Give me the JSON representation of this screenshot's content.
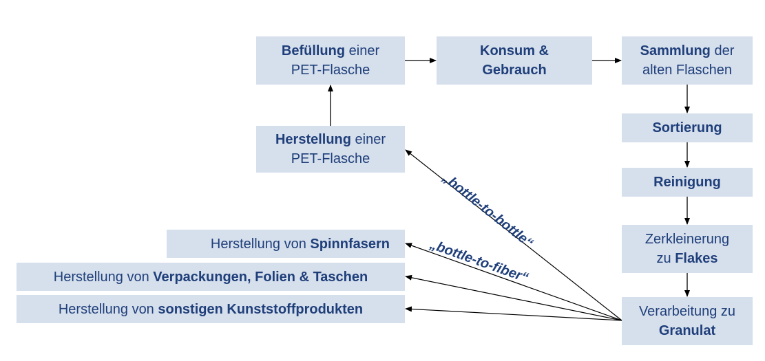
{
  "boxes": {
    "befuellung": {
      "bold": "Befüllung",
      "rest": " einer",
      "line2": "PET-Flasche"
    },
    "konsum": {
      "line1": "Konsum &",
      "line2": "Gebrauch"
    },
    "sammlung": {
      "bold": "Sammlung",
      "rest": " der",
      "line2": "alten Flaschen"
    },
    "herstellung_pet": {
      "bold": "Herstellung",
      "rest": " einer",
      "line2": "PET-Flasche"
    },
    "sortierung": {
      "label": "Sortierung"
    },
    "reinigung": {
      "label": "Reinigung"
    },
    "zerkleinerung": {
      "line1": "Zerkleinerung",
      "pre": "zu ",
      "bold": "Flakes"
    },
    "verarbeitung": {
      "line1": "Verarbeitung zu",
      "bold": "Granulat"
    },
    "spinnfasern": {
      "pre": "Herstellung von ",
      "bold": "Spinnfasern"
    },
    "verpackungen": {
      "pre": "Herstellung von ",
      "bold": "Verpackungen, Folien & Taschen"
    },
    "sonstige": {
      "pre": "Herstellung von ",
      "bold": "sonstigen Kunststoffprodukten"
    }
  },
  "labels": {
    "bottle_to_bottle": "„bottle-to-bottle“",
    "bottle_to_fiber": "„bottle-to-fiber“"
  },
  "colors": {
    "box_fill": "#d6dfec",
    "text": "#1f3f7a",
    "arrow": "#000000"
  }
}
